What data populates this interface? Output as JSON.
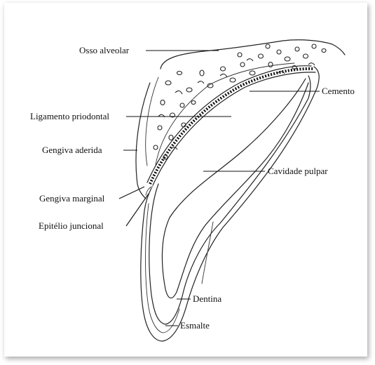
{
  "labels": {
    "osso_alveolar": "Osso alveolar",
    "cemento": "Cemento",
    "ligamento_periodontal": "Ligamento priodontal",
    "gengiva_aderida": "Gengiva aderida",
    "cavidade_pulpar": "Cavidade pulpar",
    "gengiva_marginal": "Gengiva marginal",
    "epitelio_juncional": "Epitélio juncional",
    "dentina": "Dentina",
    "esmalte": "Esmalte"
  }
}
